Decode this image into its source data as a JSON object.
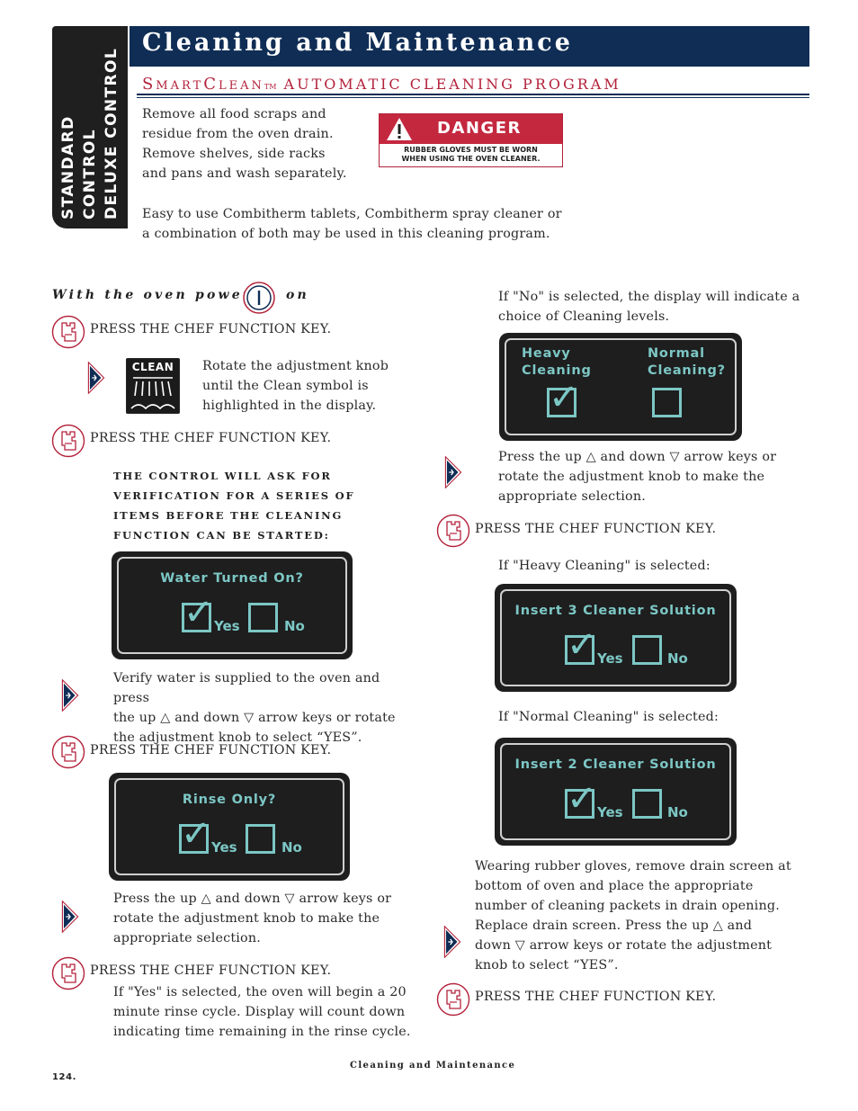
{
  "side_tab": {
    "line1": "STANDARD CONTROL",
    "line2": "DELUXE CONTROL"
  },
  "header": {
    "title": "Cleaning and Maintenance"
  },
  "subheader": {
    "brand": "SmartClean",
    "tm": "TM",
    "text": "AUTOMATIC CLEANING PROGRAM"
  },
  "intro": {
    "p1": [
      "Remove all food scraps and",
      "residue from the oven drain.",
      "Remove shelves, side racks",
      "and pans and wash separately."
    ],
    "p2": [
      "Easy to use Combitherm tablets, Combitherm spray cleaner or",
      "a combination of both may be used in this cleaning program."
    ]
  },
  "danger": {
    "word": "DANGER",
    "msg1": "RUBBER GLOVES MUST BE WORN",
    "msg2": "WHEN USING THE OVEN CLEANER."
  },
  "left": {
    "power_label": "With the oven power",
    "power_on": "on",
    "press_chef": "PRESS THE CHEF FUNCTION KEY.",
    "clean_label": "CLEAN",
    "rotate": [
      "Rotate the adjustment knob",
      "until the Clean symbol is",
      "highlighted in the display."
    ],
    "verify_caps": "The control will ask for verification for a series of items before the cleaning function can be started:",
    "verify_water": [
      "Verify water is supplied to the oven and press",
      "the up △ and down ▽ arrow keys or rotate",
      "the adjustment knob to select “YES”."
    ],
    "press_updown": [
      "Press the up △ and down ▽ arrow keys or",
      "rotate the adjustment knob to make the",
      "appropriate selection."
    ],
    "rinse_yes": [
      "If \"Yes\" is selected, the oven will begin a 20",
      "minute rinse cycle.  Display will count down",
      "indicating time remaining in the rinse cycle."
    ]
  },
  "right": {
    "if_no": [
      "If \"No\" is selected, the display will indicate a",
      "choice of Cleaning levels."
    ],
    "press_updown": [
      "Press the up △ and down ▽ arrow keys or",
      "rotate the adjustment knob to make the",
      "appropriate selection."
    ],
    "press_chef": "PRESS THE CHEF FUNCTION KEY.",
    "if_heavy": "If \"Heavy Cleaning\" is selected:",
    "if_normal": "If \"Normal Cleaning\" is selected:",
    "gloves": [
      "Wearing rubber gloves, remove drain screen at",
      "bottom of oven and place the appropriate",
      "number of cleaning packets in drain opening.",
      "Replace drain screen.  Press the up △ and",
      "down ▽ arrow keys or rotate the adjustment",
      "knob to select “YES”."
    ]
  },
  "displays": {
    "water": {
      "title": "Water Turned On?",
      "yes": "Yes",
      "no": "No"
    },
    "rinse": {
      "title": "Rinse Only?",
      "yes": "Yes",
      "no": "No"
    },
    "level": {
      "heavy1": "Heavy",
      "heavy2": "Cleaning",
      "normal1": "Normal",
      "normal2": "Cleaning?"
    },
    "insert3": {
      "title": "Insert 3 Cleaner Solution",
      "yes": "Yes",
      "no": "No"
    },
    "insert2": {
      "title": "Insert 2 Cleaner Solution",
      "yes": "Yes",
      "no": "No"
    }
  },
  "footer": {
    "page": "124.",
    "title": "Cleaning and Maintenance"
  },
  "colors": {
    "navy": "#0f2d55",
    "red": "#b3223b",
    "display_text": "#7cc7c5",
    "display_bg": "#1e1e1e"
  }
}
